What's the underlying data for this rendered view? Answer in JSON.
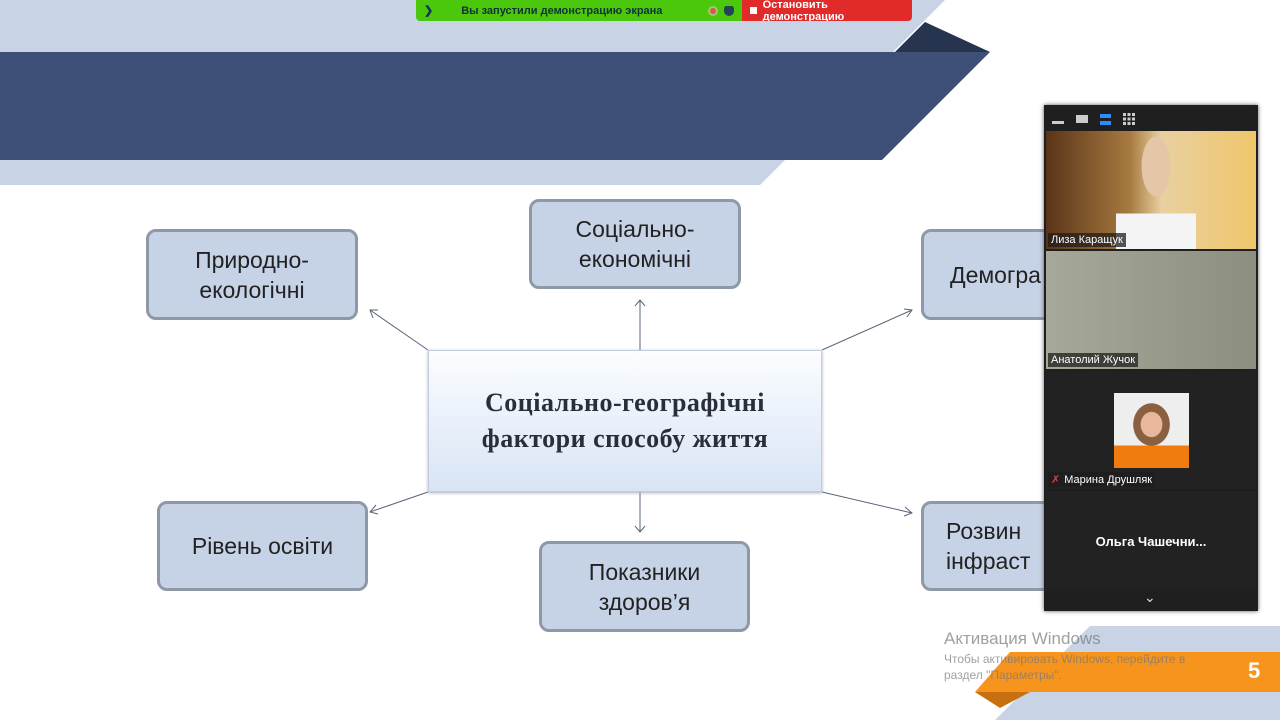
{
  "share_bar": {
    "status": "Вы запустили демонстрацию экрана",
    "stop_label": "Остановить демонстрацию"
  },
  "slide": {
    "center": [
      "Соціально-географічні",
      "фактори способу життя"
    ],
    "boxes": {
      "nature": [
        "Природно-",
        "екологічні"
      ],
      "socio": [
        "Соціально-",
        "економічні"
      ],
      "demo": [
        "Демогра"
      ],
      "edu": [
        "Рівень освіти"
      ],
      "health": [
        "Показники",
        "здоров’я"
      ],
      "infra": [
        "Розвин",
        "інфраст"
      ]
    },
    "page_number": "5"
  },
  "zoom_panel": {
    "participants": [
      {
        "name": "Лиза Каращук"
      },
      {
        "name": "Анатолий Жучок"
      },
      {
        "name": "Марина Друшляк",
        "muted": true
      },
      {
        "name": "Ольга  Чашечни..."
      }
    ]
  },
  "watermark": {
    "title": "Активация Windows",
    "line1": "Чтобы активировать Windows, перейдите в",
    "line2": "раздел \"Параметры\"."
  },
  "colors": {
    "navy": "#3e5077",
    "lightband": "#c8d3e6",
    "orange": "#f7941d",
    "green": "#4cc80c",
    "red": "#e12a2a"
  }
}
